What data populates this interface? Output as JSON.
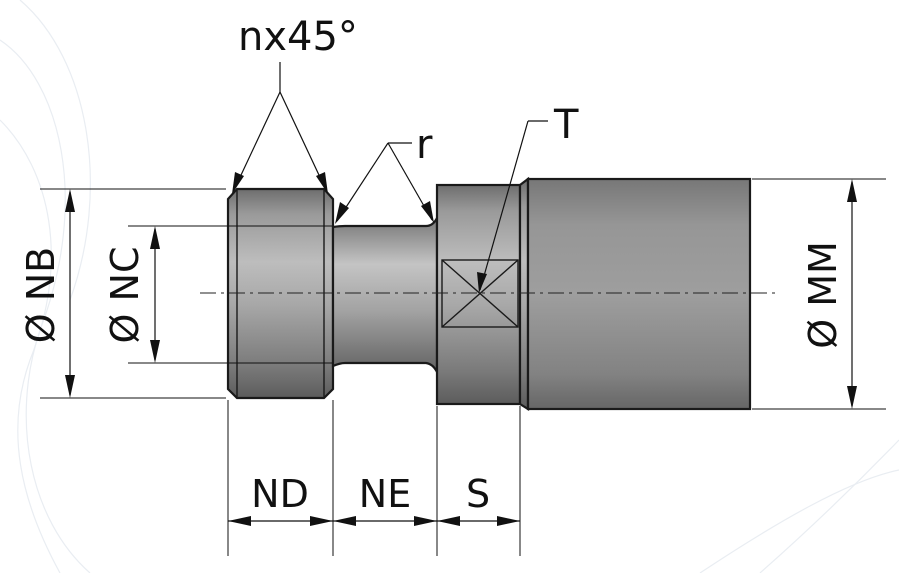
{
  "labels": {
    "chamfer": "nx45°",
    "radius": "r",
    "thread": "T",
    "dia_nb": "Ø NB",
    "dia_nc": "Ø NC",
    "dia_mm": "Ø MM",
    "len_nd": "ND",
    "len_ne": "NE",
    "len_s": "S"
  },
  "colors": {
    "part_light": "#b9b9b9",
    "part_mid": "#8c8c8c",
    "part_dark": "#5a5a5a",
    "line": "#111111",
    "background": "#ffffff"
  }
}
